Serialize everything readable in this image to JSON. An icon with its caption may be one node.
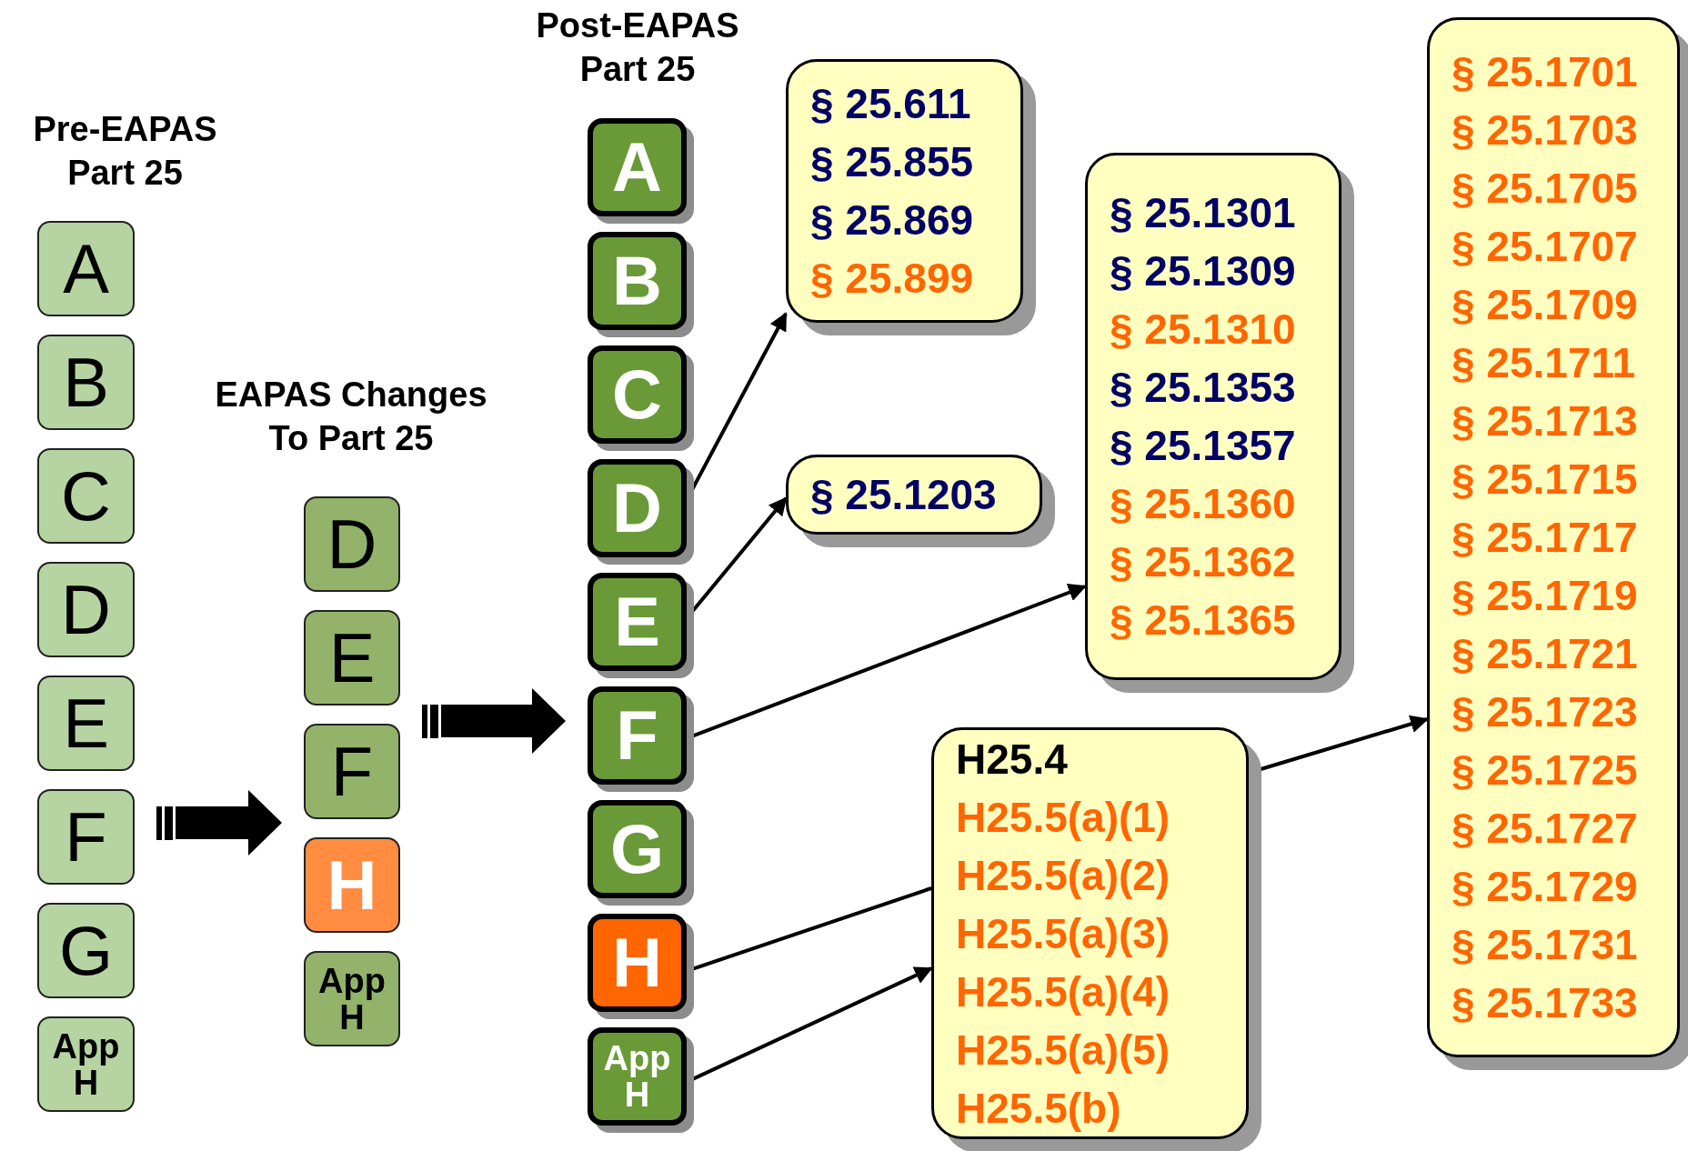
{
  "diagram": {
    "nodes": [
      {
        "text": [
          "A"
        ]
      },
      {
        "text": [
          "B"
        ]
      },
      {
        "text": [
          "C"
        ]
      },
      {
        "text": [
          "D"
        ]
      },
      {
        "text": [
          "E"
        ]
      },
      {
        "text": [
          "F"
        ]
      },
      {
        "text": [
          "G"
        ]
      },
      {
        "text": [
          "App H"
        ]
      },
      {
        "text": [
          "D"
        ]
      },
      {
        "text": [
          "E"
        ]
      },
      {
        "text": [
          "F"
        ]
      },
      {
        "text": [
          "H"
        ]
      },
      {
        "text": [
          "App H"
        ]
      },
      {
        "text": [
          "A"
        ]
      },
      {
        "text": [
          "B"
        ]
      },
      {
        "text": [
          "C"
        ]
      },
      {
        "text": [
          "D"
        ]
      },
      {
        "text": [
          "E"
        ]
      },
      {
        "text": [
          "F"
        ]
      },
      {
        "text": [
          "G"
        ]
      },
      {
        "text": [
          "H"
        ]
      },
      {
        "text": [
          "App H"
        ]
      },
      {
        "text": [
          "§ 25.611",
          "§ 25.855",
          "§ 25.869",
          "§ 25.899"
        ]
      },
      {
        "text": [
          "§ 25.1203"
        ]
      },
      {
        "text": [
          "§ 25.1301",
          "§ 25.1309",
          "§ 25.1310",
          "§ 25.1353",
          "§ 25.1357",
          "§ 25.1360",
          "§ 25.1362",
          "§ 25.1365"
        ]
      },
      {
        "text": [
          "H25.4",
          "H25.5(a)(1)",
          "H25.5(a)(2)",
          "H25.5(a)(3)",
          "H25.5(a)(4)",
          "H25.5(a)(5)",
          "H25.5(b)"
        ]
      },
      {
        "text": [
          "§ 25.1701",
          "§ 25.1703",
          "§ 25.1705",
          "§ 25.1707",
          "§ 25.1709",
          "§ 25.1711",
          "§ 25.1713",
          "§ 25.1715",
          "§ 25.1717",
          "§ 25.1719",
          "§ 25.1721",
          "§ 25.1723",
          "§ 25.1725",
          "§ 25.1727",
          "§ 25.1729",
          "§ 25.1731",
          "§ 25.1733"
        ]
      }
    ],
    "edges": [
      {
        "from": 16,
        "to": 22,
        "arrow": "to"
      },
      {
        "from": 17,
        "to": 23,
        "arrow": "to"
      },
      {
        "from": 18,
        "to": 24,
        "arrow": "to"
      },
      {
        "from": 20,
        "to": 25,
        "arrow": "none"
      },
      {
        "from": 21,
        "to": 25,
        "arrow": "to"
      },
      {
        "from": 25,
        "to": 26,
        "arrow": "to"
      },
      {
        "from": 5,
        "to": 10,
        "arrow": "to",
        "style": "thick"
      },
      {
        "from": 10,
        "to": 18,
        "arrow": "to",
        "style": "thick"
      }
    ],
    "labels": [
      "Pre-EAPAS Part 25",
      "EAPAS Changes To Part 25",
      "Post-EAPAS Part 25"
    ]
  }
}
